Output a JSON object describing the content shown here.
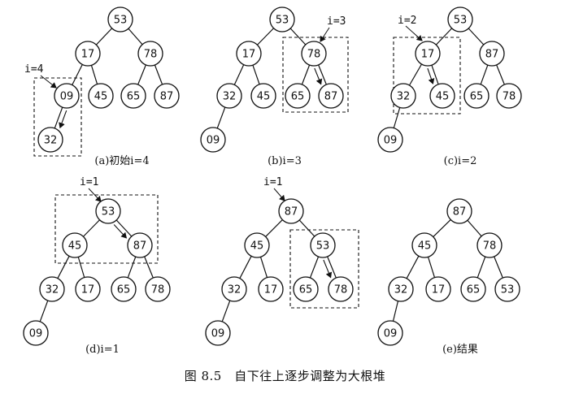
{
  "figure": {
    "caption": "图 8.5　自下往上逐步调整为大根堆",
    "panels": [
      {
        "id": "a",
        "caption": "(a)初始i=4",
        "nodes": [
          "53",
          "17",
          "78",
          "09",
          "45",
          "65",
          "87",
          "32"
        ],
        "marker": "i=4",
        "swap_from": "09",
        "swap_to": "32"
      },
      {
        "id": "b",
        "caption": "(b)i=3",
        "nodes": [
          "53",
          "17",
          "78",
          "32",
          "45",
          "65",
          "87",
          "09"
        ],
        "marker": "i=3",
        "swap_from": "78",
        "swap_to": "87"
      },
      {
        "id": "c",
        "caption": "(c)i=2",
        "nodes": [
          "53",
          "17",
          "87",
          "32",
          "45",
          "65",
          "78",
          "09"
        ],
        "marker": "i=2",
        "swap_from": "17",
        "swap_to": "45"
      },
      {
        "id": "d",
        "caption": "(d)i=1",
        "nodes": [
          "53",
          "45",
          "87",
          "32",
          "17",
          "65",
          "78",
          "09"
        ],
        "marker": "i=1",
        "swap_from": "53",
        "swap_to": "87"
      },
      {
        "id": "d2",
        "caption": "",
        "nodes": [
          "87",
          "45",
          "53",
          "32",
          "17",
          "65",
          "78",
          "09"
        ],
        "marker": "i=1",
        "swap_from": "53",
        "swap_to": "78"
      },
      {
        "id": "e",
        "caption": "(e)结果",
        "nodes": [
          "87",
          "45",
          "78",
          "32",
          "17",
          "65",
          "53",
          "09"
        ],
        "marker": "",
        "swap_from": "",
        "swap_to": ""
      }
    ]
  }
}
